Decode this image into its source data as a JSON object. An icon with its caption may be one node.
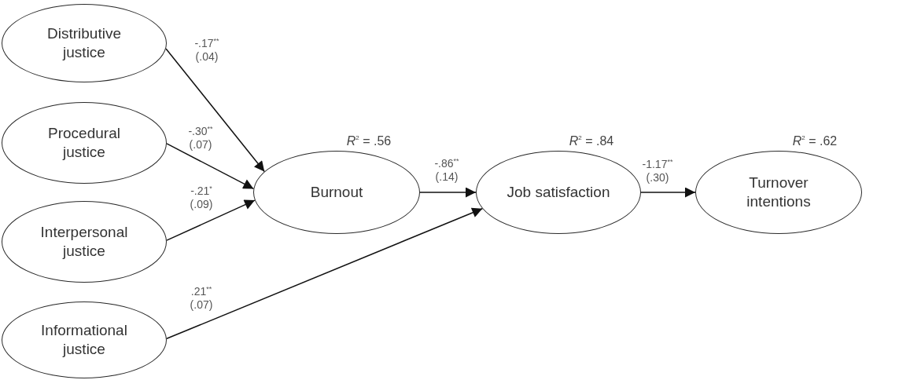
{
  "diagram": {
    "nodes": [
      {
        "text": [
          "Distributive justice"
        ]
      },
      {
        "text": [
          "Procedural justice"
        ]
      },
      {
        "text": [
          "Interpersonal justice"
        ]
      },
      {
        "text": [
          "Informational justice"
        ]
      },
      {
        "text": [
          "Burnout"
        ],
        "beside": [
          "*R*$^{2}$ = .56"
        ]
      },
      {
        "text": [
          "Job satisfaction"
        ],
        "beside": [
          "*R*$^{2}$ = .84"
        ]
      },
      {
        "text": [
          "Turnover intentions"
        ],
        "beside": [
          "*R*$^{2}$ = .62"
        ]
      }
    ],
    "edges": [
      {
        "from": 0,
        "to": 4,
        "arrow": "to",
        "label": "-.17$^{**}$ (.04)"
      },
      {
        "from": 1,
        "to": 4,
        "arrow": "to",
        "label": "-.30$^{**}$ (.07)"
      },
      {
        "from": 2,
        "to": 4,
        "arrow": "to",
        "label": "-.21$^{*}$ (.09)"
      },
      {
        "from": 3,
        "to": 5,
        "arrow": "to",
        "label": ".21$^{**}$ (.07)"
      },
      {
        "from": 4,
        "to": 5,
        "arrow": "to",
        "label": "-.86$^{**}$ (.14)"
      },
      {
        "from": 5,
        "to": 6,
        "arrow": "to",
        "label": "-1.17$^{**}$ (.30)"
      }
    ]
  }
}
